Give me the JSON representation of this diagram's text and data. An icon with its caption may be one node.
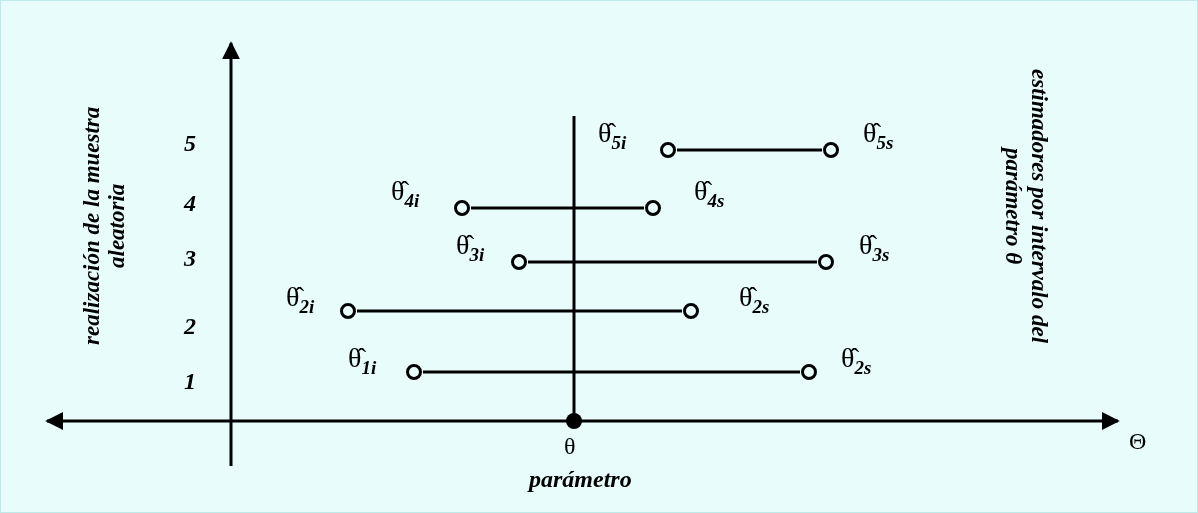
{
  "diagram": {
    "nodes": [
      {
        "text": [],
        "shape": "circle",
        "beside": [
          "θ̂$_{5i}$"
        ]
      },
      {
        "text": [],
        "shape": "circle",
        "beside": [
          "θ̂$_{5s}$"
        ]
      },
      {
        "text": [],
        "shape": "circle",
        "beside": [
          "θ̂$_{4i}$"
        ]
      },
      {
        "text": [],
        "shape": "circle",
        "beside": [
          "θ̂$_{4s}$"
        ]
      },
      {
        "text": [],
        "shape": "circle",
        "beside": [
          "θ̂$_{3i}$"
        ]
      },
      {
        "text": [],
        "shape": "circle",
        "beside": [
          "θ̂$_{3s}$"
        ]
      },
      {
        "text": [],
        "shape": "circle",
        "beside": [
          "θ̂$_{2i}$"
        ]
      },
      {
        "text": [],
        "shape": "circle",
        "beside": [
          "θ̂$_{2s}$"
        ]
      },
      {
        "text": [],
        "shape": "circle",
        "beside": [
          "θ̂$_{1i}$"
        ]
      },
      {
        "text": [],
        "shape": "circle",
        "beside": [
          "θ̂$_{2s}$"
        ]
      }
    ],
    "edges": [
      {
        "from": 0,
        "to": 1,
        "arrow": "none"
      },
      {
        "from": 2,
        "to": 3,
        "arrow": "none"
      },
      {
        "from": 4,
        "to": 5,
        "arrow": "none"
      },
      {
        "from": 6,
        "to": 7,
        "arrow": "none"
      },
      {
        "from": 8,
        "to": 9,
        "arrow": "none"
      }
    ],
    "labels": [
      "realización de la muestra aleatoria",
      "5",
      "4",
      "3",
      "2",
      "1",
      "estimadores por intervalo del parámetro θ",
      "θ",
      "parámetro",
      "Θ"
    ]
  }
}
